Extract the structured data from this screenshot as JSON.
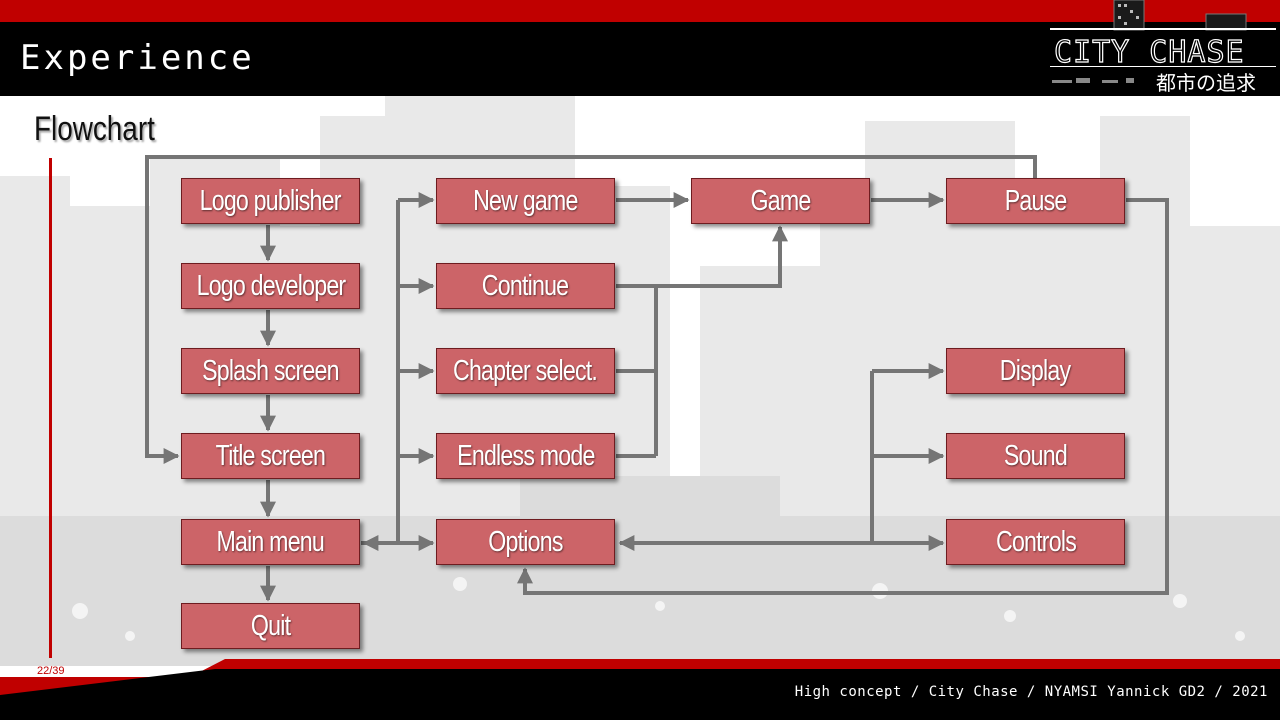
{
  "header": {
    "title": "Experience",
    "logo_text": "CITY CHASE",
    "logo_subtitle": "都市の追求"
  },
  "section": {
    "title": "Flowchart"
  },
  "page_number": "22/39",
  "footer": {
    "credit": "High concept / City Chase / NYAMSI Yannick GD2 / 2021"
  },
  "colors": {
    "accent_red": "#c00000",
    "box_fill": "#cc6468",
    "arrow": "#757575"
  },
  "flowchart": {
    "nodes": {
      "logo_publisher": "Logo publisher",
      "logo_developer": "Logo developer",
      "splash_screen": "Splash screen",
      "title_screen": "Title screen",
      "main_menu": "Main menu",
      "quit": "Quit",
      "new_game": "New game",
      "continue": "Continue",
      "chapter_select": "Chapter select.",
      "endless_mode": "Endless mode",
      "options": "Options",
      "game": "Game",
      "pause": "Pause",
      "display": "Display",
      "sound": "Sound",
      "controls": "Controls"
    },
    "edges": [
      [
        "logo_publisher",
        "logo_developer"
      ],
      [
        "logo_developer",
        "splash_screen"
      ],
      [
        "splash_screen",
        "title_screen"
      ],
      [
        "title_screen",
        "main_menu"
      ],
      [
        "main_menu",
        "quit"
      ],
      [
        "main_menu",
        "new_game"
      ],
      [
        "main_menu",
        "continue"
      ],
      [
        "main_menu",
        "chapter_select"
      ],
      [
        "main_menu",
        "endless_mode"
      ],
      [
        "main_menu",
        "options"
      ],
      [
        "new_game",
        "game"
      ],
      [
        "continue",
        "game"
      ],
      [
        "chapter_select",
        "game"
      ],
      [
        "endless_mode",
        "game"
      ],
      [
        "game",
        "pause"
      ],
      [
        "pause",
        "title_screen"
      ],
      [
        "pause",
        "options"
      ],
      [
        "options",
        "display"
      ],
      [
        "options",
        "sound"
      ],
      [
        "options",
        "controls"
      ],
      [
        "options",
        "main_menu"
      ]
    ]
  }
}
